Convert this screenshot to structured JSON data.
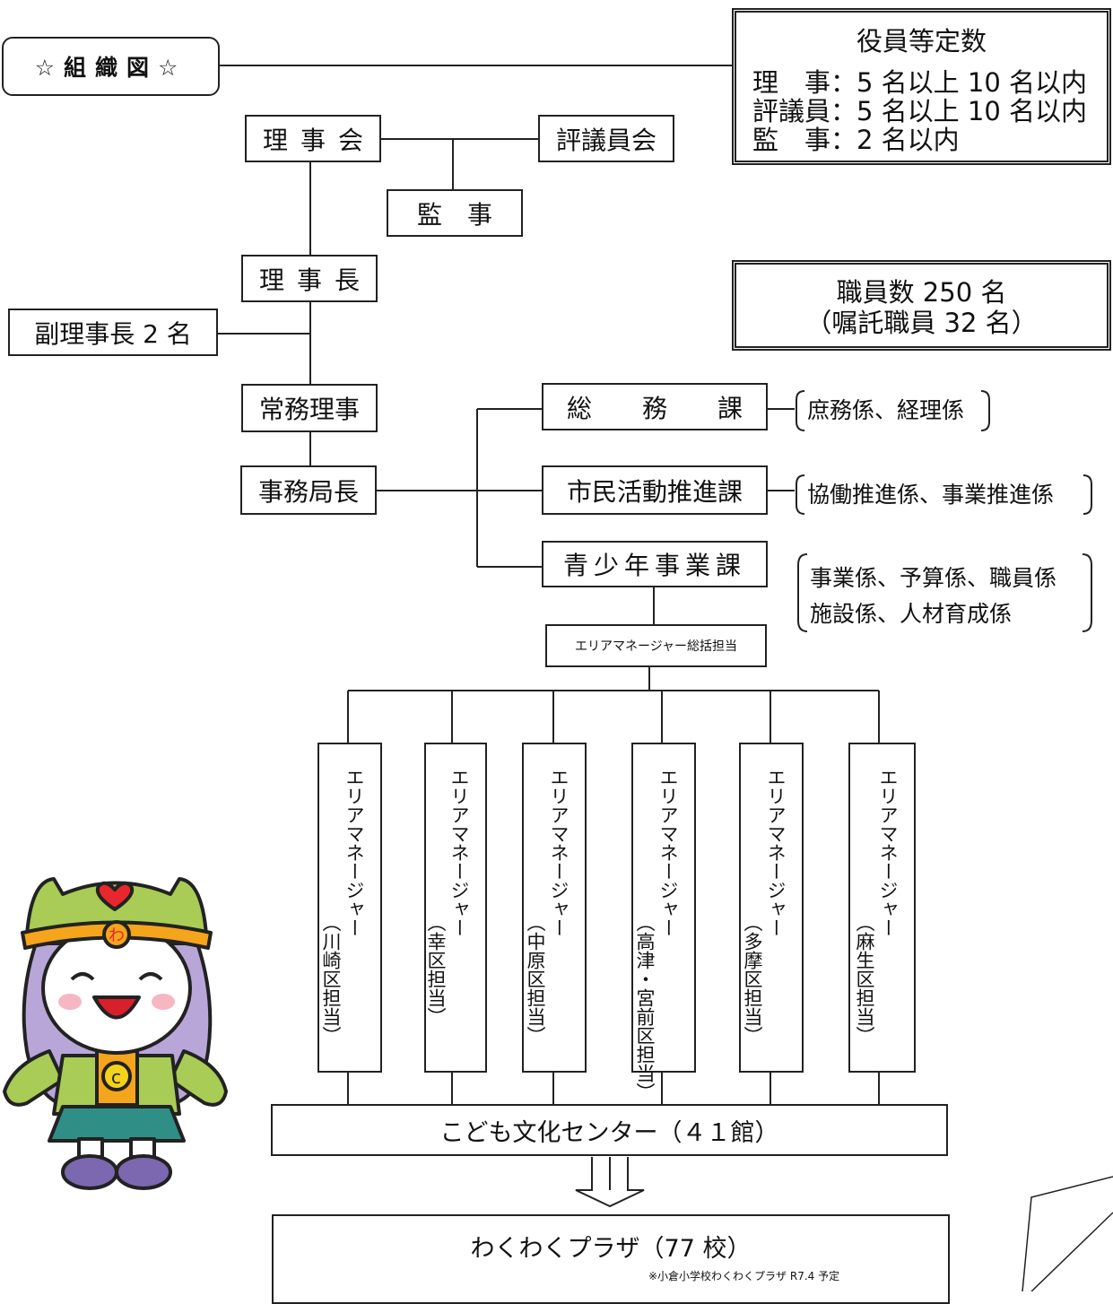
{
  "title": "☆組織図☆",
  "officers": {
    "heading": "役員等定数",
    "lines": [
      "理　事：5 名以上 10 名以内",
      "評議員：5 名以上 10 名以内",
      "監　事：2 名以内"
    ]
  },
  "staff": {
    "line1": "職員数 250 名",
    "line2": "（嘱託職員 32 名）"
  },
  "nodes": {
    "board": "理事会",
    "council": "評議員会",
    "auditor": "監　事",
    "chairman": "理事長",
    "vice_chairman": "副理事長 2 名",
    "managing_director": "常務理事",
    "secretary_general": "事務局長",
    "general_affairs": "総　　務　　課",
    "civic_activity": "市民活動推進課",
    "youth_program": "青少年事業課",
    "area_manager_chief": "エリアマネージャー総括担当"
  },
  "sections": {
    "general_affairs": [
      "庶務係、経理係"
    ],
    "civic_activity": [
      "協働推進係、事業推進係"
    ],
    "youth_program": [
      "事業係、予算係、職員係",
      "施設係、人材育成係"
    ]
  },
  "area_managers": [
    {
      "title": "エリアマネージャー",
      "district": "（川崎区担当）"
    },
    {
      "title": "エリアマネージャー",
      "district": "（幸区担当）"
    },
    {
      "title": "エリアマネージャー",
      "district": "（中原区担当）"
    },
    {
      "title": "エリアマネージャー",
      "district": "（高津・宮前区担当）"
    },
    {
      "title": "エリアマネージャー",
      "district": "（多摩区担当）"
    },
    {
      "title": "エリアマネージャー",
      "district": "（麻生区担当）"
    }
  ],
  "facilities": {
    "children_center": "こども文化センター（４１館）",
    "waku_plaza": "わくわくプラザ（77 校）",
    "waku_note": "※小倉小学校わくわくプラザ R7.4 予定"
  },
  "mascot": {
    "badge": "わ",
    "emblem": "c"
  },
  "colors": {
    "line": "#222222",
    "mascot_hair": "#b9a6d9",
    "mascot_helmet": "#a8cc55",
    "mascot_band": "#f4a51c",
    "mascot_heart": "#e8272d",
    "mascot_skirt": "#2f8f86"
  }
}
